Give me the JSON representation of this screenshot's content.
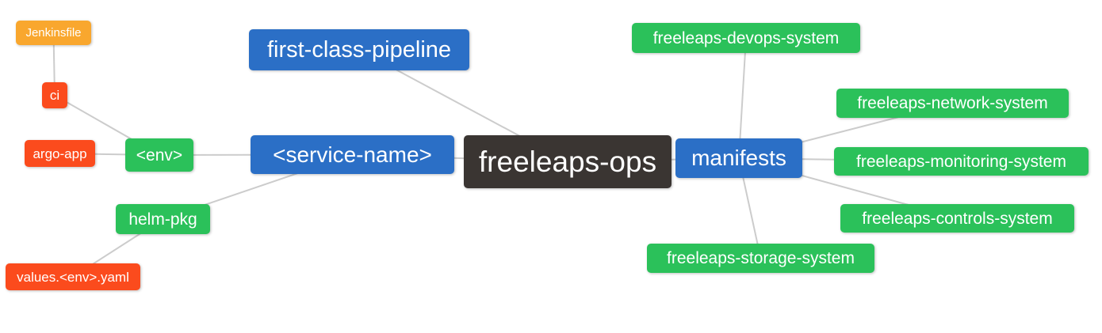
{
  "palette": {
    "root_dark": "#3a3532",
    "level1_blue": "#2b6fc6",
    "level2_green": "#2bc15a",
    "level3_red": "#fb4b1d",
    "level4_amber": "#f9a72e",
    "edge": "#cccccc",
    "text": "#ffffff"
  },
  "mindmap": {
    "root_id": "freeleaps_ops",
    "nodes": {
      "freeleaps_ops": {
        "label": "freeleaps-ops"
      },
      "first_class_pipeline": {
        "label": "first-class-pipeline"
      },
      "service_name": {
        "label": "<service-name>"
      },
      "manifests": {
        "label": "manifests"
      },
      "env": {
        "label": "<env>"
      },
      "helm_pkg": {
        "label": "helm-pkg"
      },
      "ci": {
        "label": "ci"
      },
      "argo_app": {
        "label": "argo-app"
      },
      "jenkinsfile": {
        "label": "Jenkinsfile"
      },
      "values_env_yaml": {
        "label": "values.<env>.yaml"
      },
      "devops_system": {
        "label": "freeleaps-devops-system"
      },
      "network_system": {
        "label": "freeleaps-network-system"
      },
      "monitoring_system": {
        "label": "freeleaps-monitoring-system"
      },
      "controls_system": {
        "label": "freeleaps-controls-system"
      },
      "storage_system": {
        "label": "freeleaps-storage-system"
      }
    },
    "edges": [
      [
        "freeleaps_ops",
        "first_class_pipeline"
      ],
      [
        "freeleaps_ops",
        "service_name"
      ],
      [
        "freeleaps_ops",
        "manifests"
      ],
      [
        "service_name",
        "env"
      ],
      [
        "service_name",
        "helm_pkg"
      ],
      [
        "env",
        "ci"
      ],
      [
        "env",
        "argo_app"
      ],
      [
        "ci",
        "jenkinsfile"
      ],
      [
        "helm_pkg",
        "values_env_yaml"
      ],
      [
        "manifests",
        "devops_system"
      ],
      [
        "manifests",
        "network_system"
      ],
      [
        "manifests",
        "monitoring_system"
      ],
      [
        "manifests",
        "controls_system"
      ],
      [
        "manifests",
        "storage_system"
      ]
    ]
  }
}
